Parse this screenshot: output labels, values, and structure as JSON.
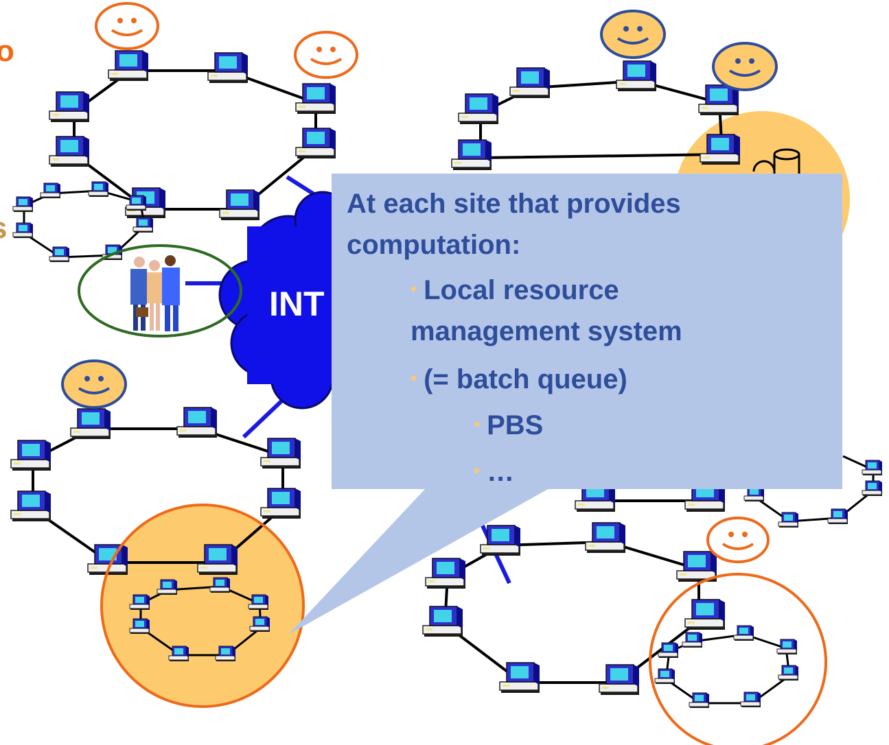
{
  "internet": {
    "label": "INT"
  },
  "edge_fragments": {
    "left_top": "o",
    "left_mid": "s"
  },
  "callout": {
    "heading_line1": "At each site that provides",
    "heading_line2": "computation:",
    "items": [
      {
        "text_line1": "Local resource",
        "text_line2": "management system"
      },
      {
        "text_line1": "(= batch queue)"
      },
      {
        "text_line1": "PBS"
      },
      {
        "text_line1": "…"
      }
    ]
  },
  "colors": {
    "callout_bg": "#b4c6e7",
    "callout_text": "#2e4d9b",
    "bullet": "#f9c77a",
    "cloud": "#1010e8",
    "link": "#1a1ae0",
    "highlight_fill": "#fdcb6e",
    "orange_ring": "#ee6a1a",
    "green_ring": "#2e6b22",
    "smiley_orange": "#ee6a1a",
    "smiley_blue": "#2e4d9b"
  },
  "icons": [
    "computer-icon",
    "smiley-face-icon",
    "people-icon",
    "database-icon",
    "internet-cloud-icon"
  ]
}
